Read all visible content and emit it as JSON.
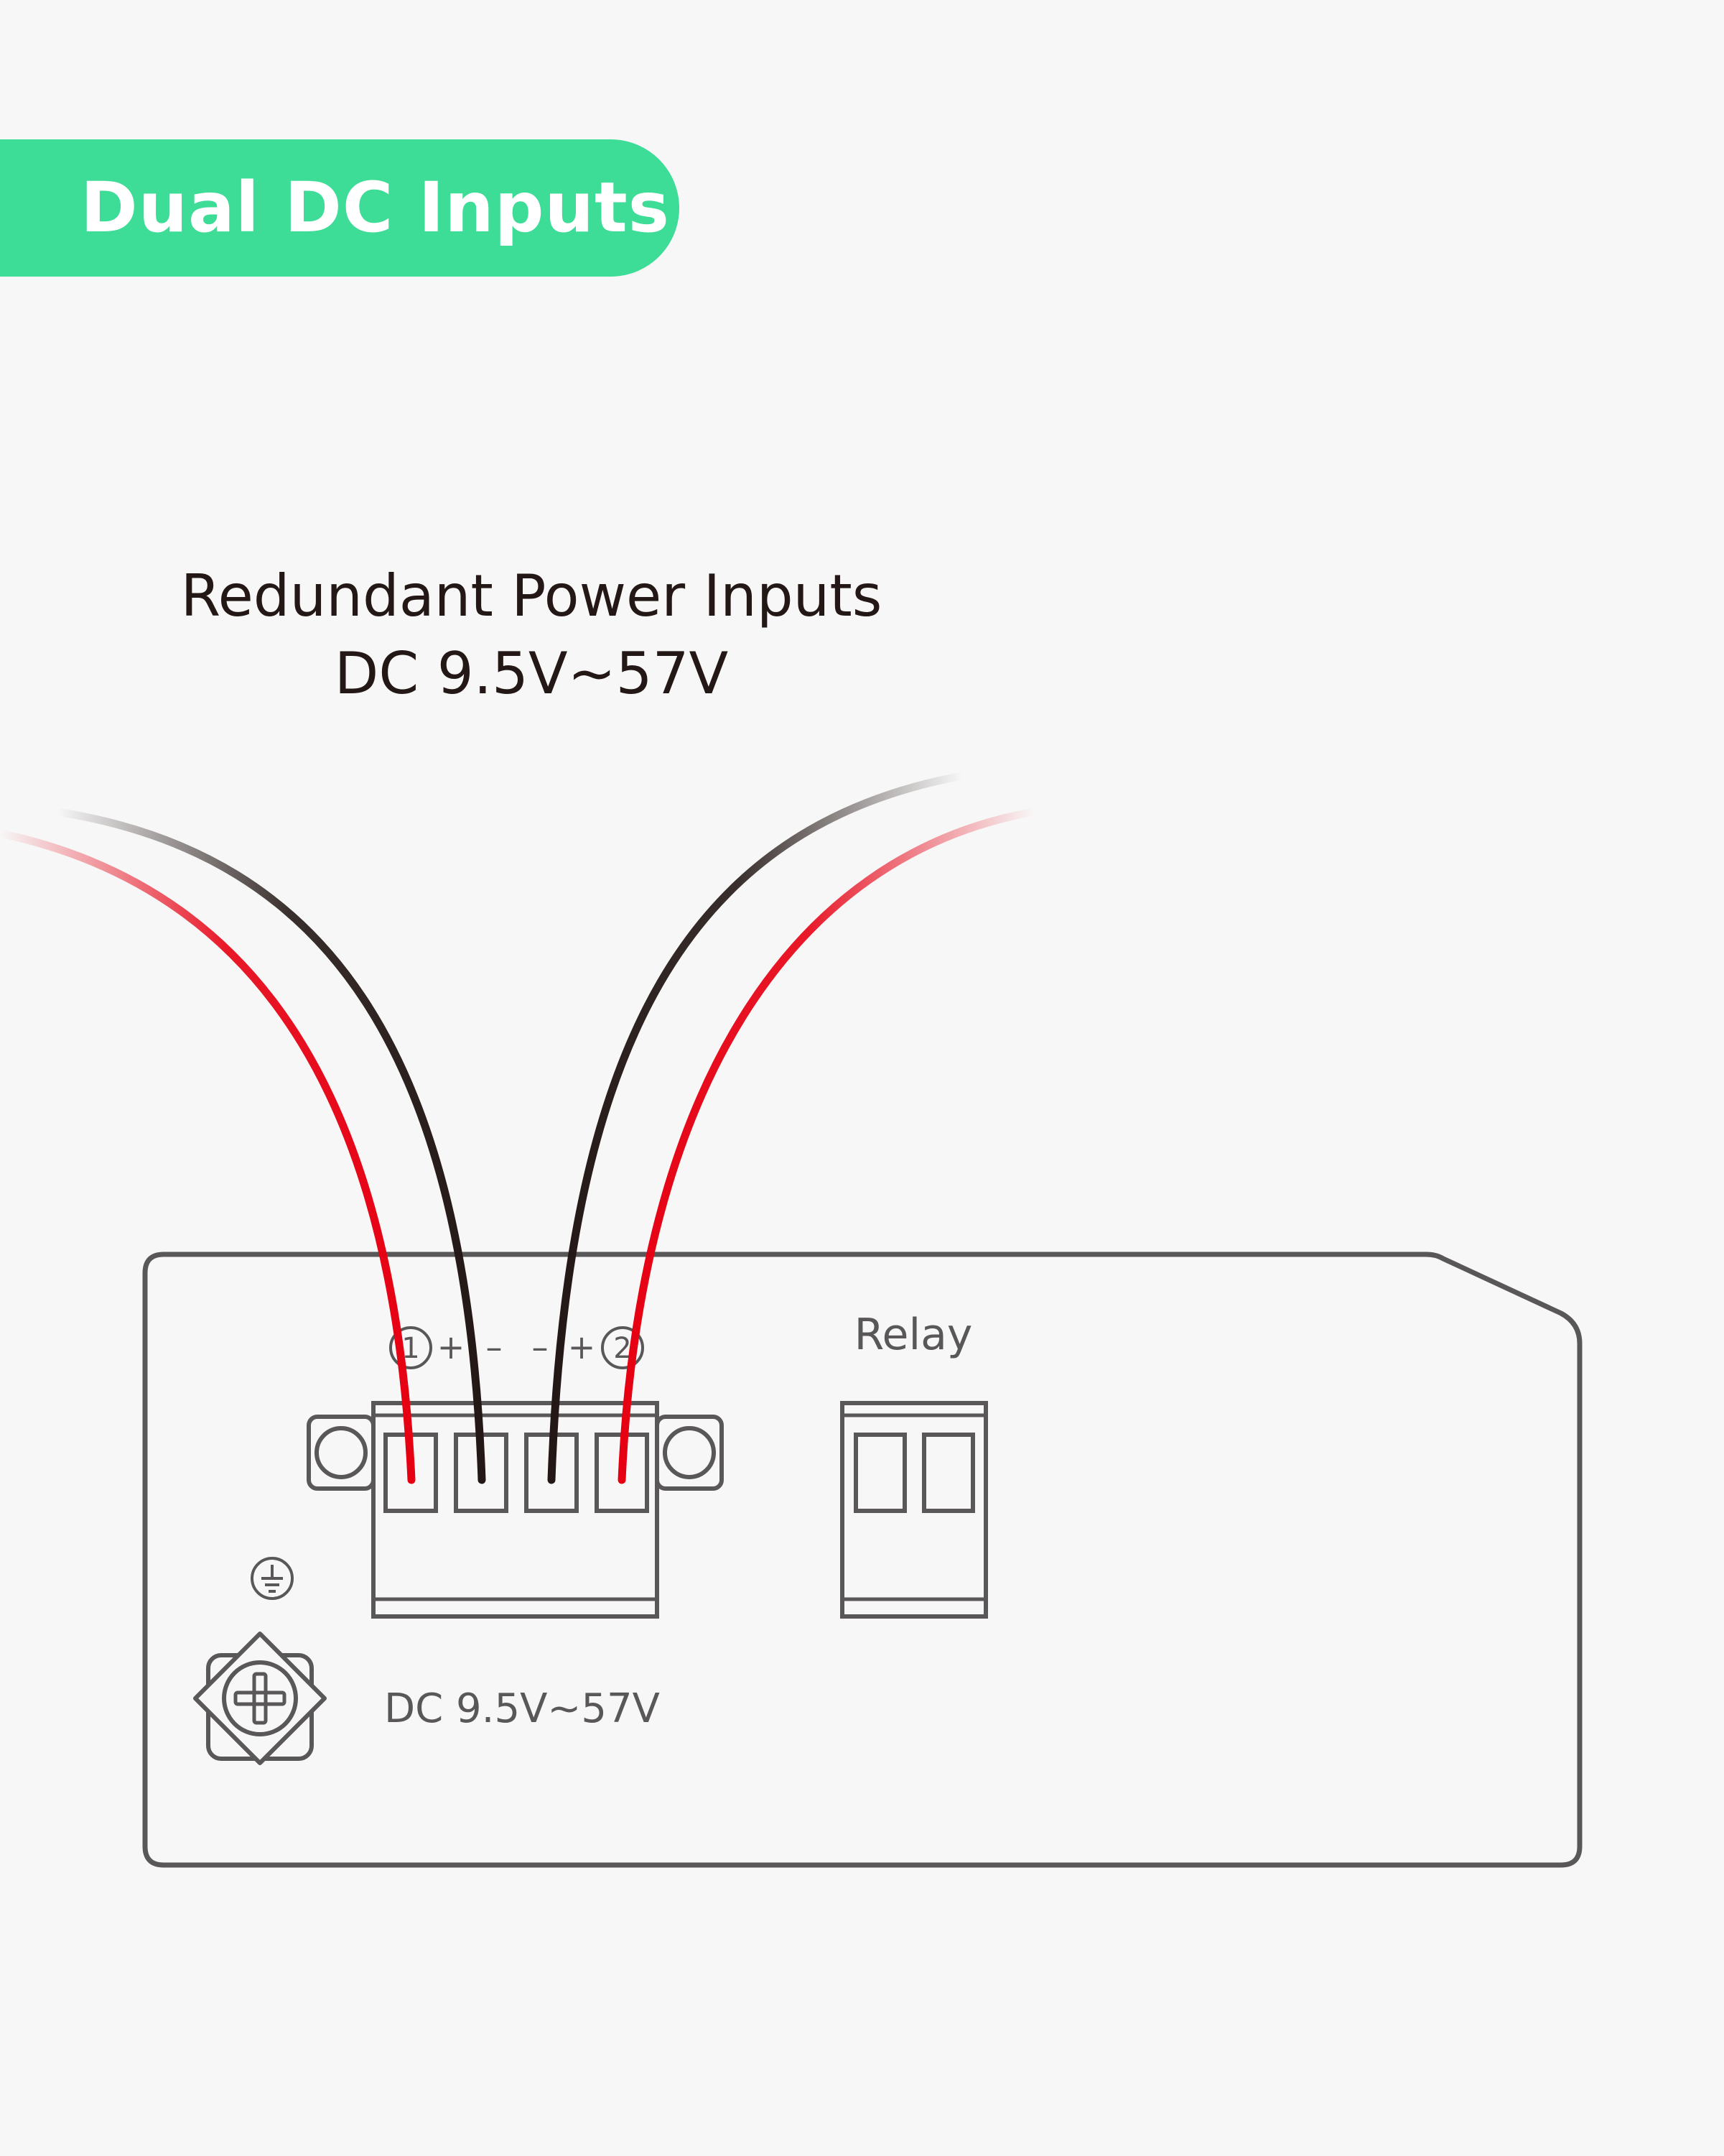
{
  "banner": {
    "title": "Dual DC Inputs",
    "color": "#3ddc97"
  },
  "heading": {
    "line1": "Redundant Power Inputs",
    "line2": "DC 9.5V~57V"
  },
  "terminal_block": {
    "labels": [
      "1",
      "+",
      "–",
      "–",
      "+",
      "2"
    ]
  },
  "relay": {
    "label": "Relay"
  },
  "ground": {
    "icon": "ground-icon",
    "screw_icon": "ground-screw-icon"
  },
  "panel": {
    "voltage_label": "DC 9.5V~57V"
  },
  "wires": {
    "positive_color": "#e60012",
    "negative_color": "#231815"
  }
}
